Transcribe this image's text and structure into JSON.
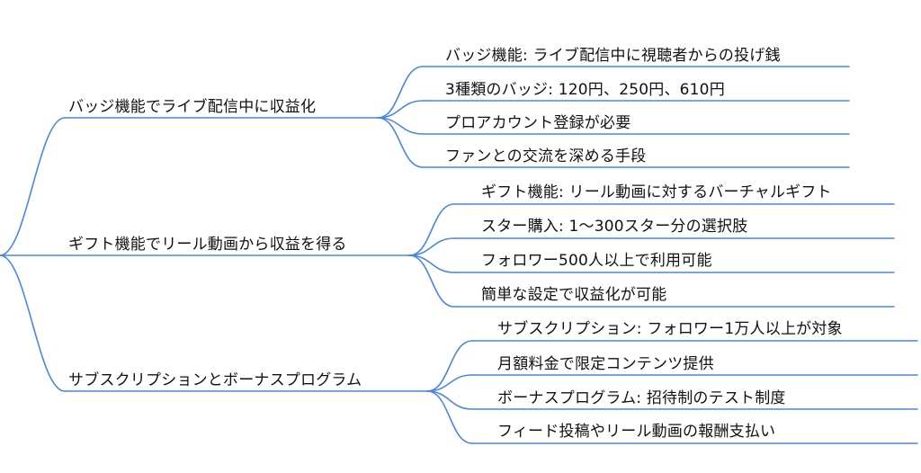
{
  "colors": {
    "line": "#4a86e8",
    "text": "#111111",
    "background": "#ffffff"
  },
  "branches": [
    {
      "label": "バッジ機能でライブ配信中に収益化",
      "children": [
        "バッジ機能: ライブ配信中に視聴者からの投げ銭",
        "3種類のバッジ: 120円、250円、610円",
        "プロアカウント登録が必要",
        "ファンとの交流を深める手段"
      ]
    },
    {
      "label": "ギフト機能でリール動画から収益を得る",
      "children": [
        "ギフト機能: リール動画に対するバーチャルギフト",
        "スター購入: 1〜300スター分の選択肢",
        "フォロワー500人以上で利用可能",
        "簡単な設定で収益化が可能"
      ]
    },
    {
      "label": "サブスクリプションとボーナスプログラム",
      "children": [
        "サブスクリプション: フォロワー1万人以上が対象",
        "月額料金で限定コンテンツ提供",
        "ボーナスプログラム: 招待制のテスト制度",
        "フィード投稿やリール動画の報酬支払い"
      ]
    }
  ]
}
